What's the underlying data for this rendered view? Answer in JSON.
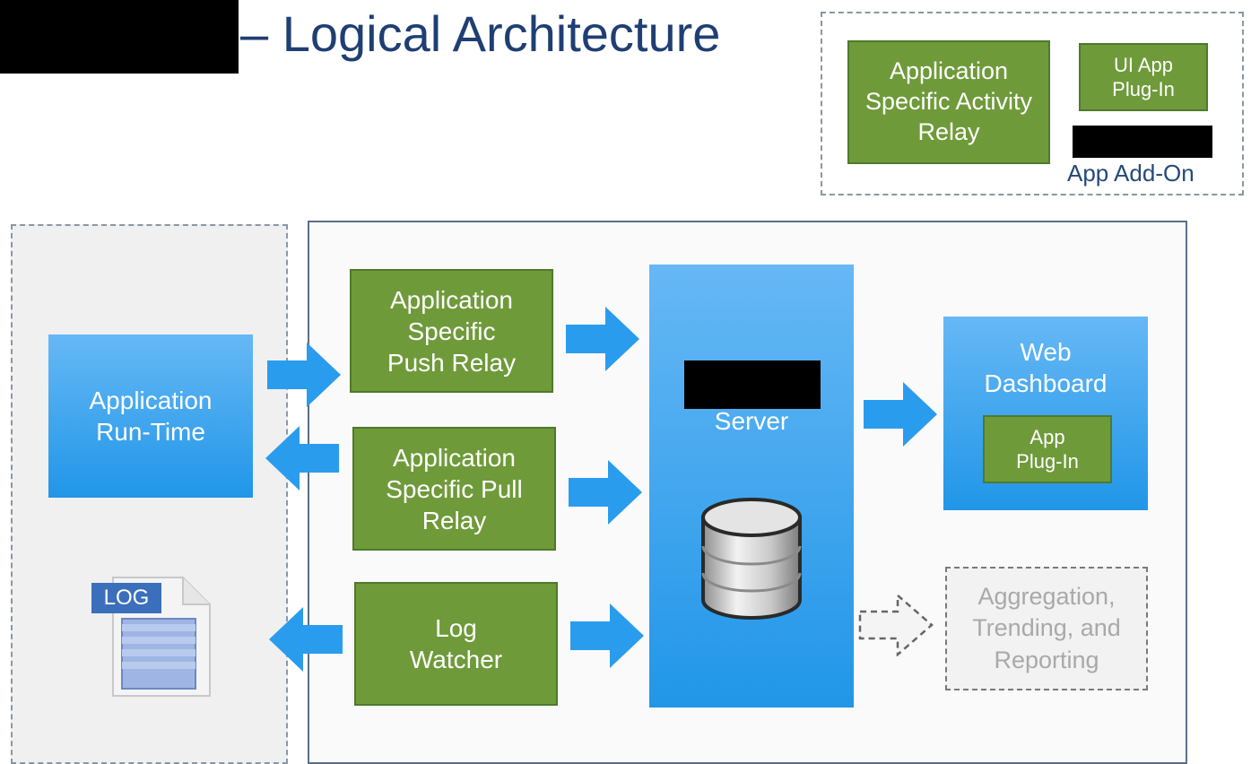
{
  "header": {
    "title": "– Logical Architecture"
  },
  "addon_legend": {
    "activity_relay": "Application Specific Activity Relay",
    "ui_plugin": "UI App Plug-In",
    "label": "App Add-On"
  },
  "left_panel": {
    "runtime": "Application Run-Time",
    "log_icon_label": "LOG"
  },
  "relays": {
    "push": "Application Specific Push Relay",
    "pull": "Application Specific Pull Relay",
    "log_watcher": "Log Watcher"
  },
  "server": {
    "label": "Server"
  },
  "dashboard": {
    "title": "Web Dashboard",
    "plugin": "App Plug-In"
  },
  "aggregation": {
    "label": "Aggregation, Trending, and Reporting"
  },
  "colors": {
    "green": "#6f9a3a",
    "blue": "#2196e8",
    "title": "#1f3f73"
  }
}
